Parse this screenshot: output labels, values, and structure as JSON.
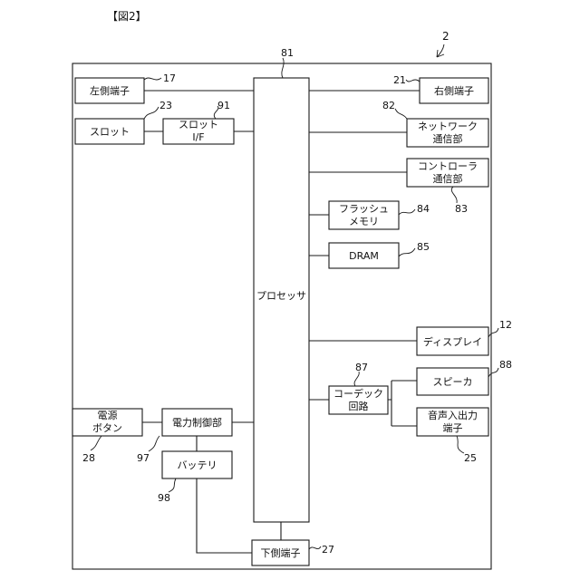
{
  "figure": {
    "title": "【図2】",
    "ref": "2"
  },
  "blocks": {
    "processor": {
      "label": "プロセッサ",
      "ref": "81"
    },
    "left_terminal": {
      "label": "左側端子",
      "ref": "17"
    },
    "slot": {
      "label": "スロット",
      "ref": "23"
    },
    "slot_if": {
      "lines": [
        "スロット",
        "I/F"
      ],
      "ref": "91"
    },
    "right_terminal": {
      "label": "右側端子",
      "ref": "21"
    },
    "network": {
      "lines": [
        "ネットワーク",
        "通信部"
      ],
      "ref": "82"
    },
    "controller": {
      "lines": [
        "コントローラ",
        "通信部"
      ],
      "ref": "83"
    },
    "flash": {
      "lines": [
        "フラッシュ",
        "メモリ"
      ],
      "ref": "84"
    },
    "dram": {
      "label": "DRAM",
      "ref": "85"
    },
    "display": {
      "label": "ディスプレイ",
      "ref": "12"
    },
    "speaker": {
      "label": "スピーカ",
      "ref": "88"
    },
    "codec": {
      "lines": [
        "コーデック",
        "回路"
      ],
      "ref": "87"
    },
    "audio_jack": {
      "lines": [
        "音声入出力",
        "端子"
      ],
      "ref": "25"
    },
    "power_button": {
      "lines": [
        "電源",
        "ボタン"
      ],
      "ref": "28"
    },
    "power_control": {
      "label": "電力制御部",
      "ref": "97"
    },
    "battery": {
      "label": "バッテリ",
      "ref": "98"
    },
    "bottom_terminal": {
      "label": "下側端子",
      "ref": "27"
    }
  }
}
